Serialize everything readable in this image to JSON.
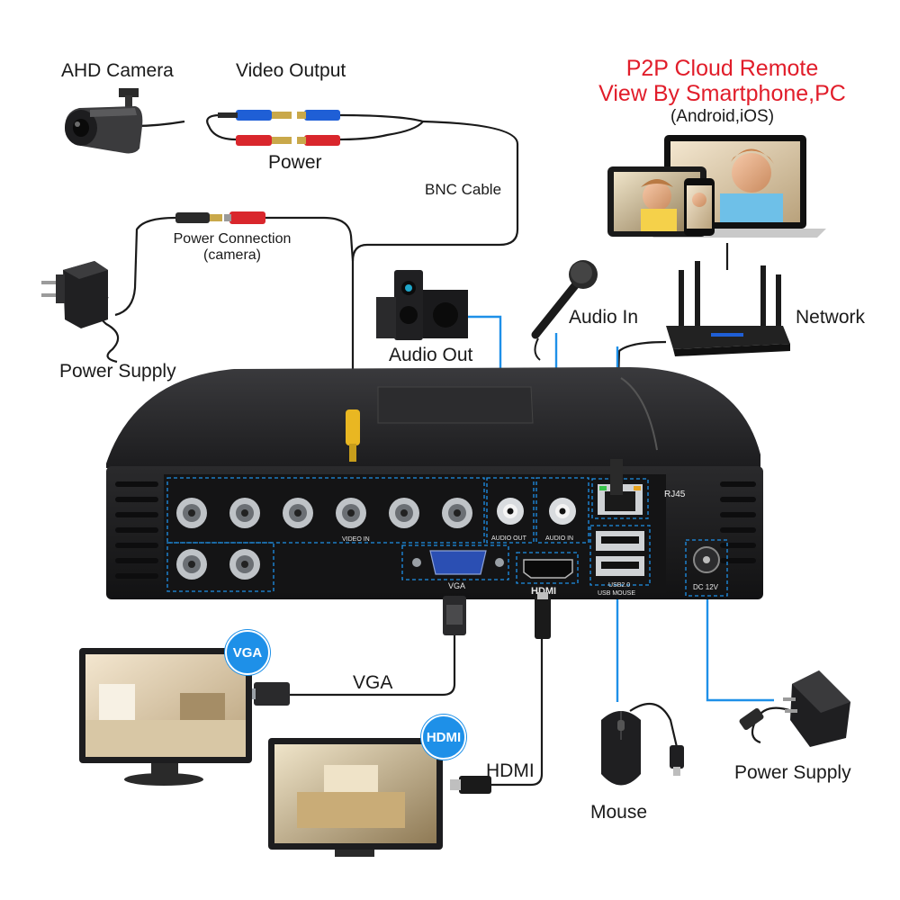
{
  "labels": {
    "ahd_camera": "AHD Camera",
    "video_output": "Video Output",
    "power": "Power",
    "bnc_cable": "BNC Cable",
    "power_connection": "Power Connection",
    "power_connection_sub": "(camera)",
    "power_supply_left": "Power Supply",
    "audio_out": "Audio Out",
    "audio_in": "Audio In",
    "network": "Network",
    "p2p_line1": "P2P Cloud Remote",
    "p2p_line2": "View By Smartphone,PC",
    "p2p_line3": "(Android,iOS)",
    "vga": "VGA",
    "hdmi": "HDMI",
    "mouse": "Mouse",
    "power_supply_right": "Power Supply",
    "vga_badge": "VGA",
    "hdmi_badge": "HDMI"
  },
  "dvr_ports": {
    "video_in": "VIDEO IN",
    "audio_out": "AUDIO OUT",
    "audio_in": "AUDIO IN",
    "rj45": "RJ45",
    "vga": "VGA",
    "hdmi": "HDMI",
    "usb": "USB2.0",
    "usb_mouse": "USB MOUSE",
    "dc": "DC 12V"
  },
  "colors": {
    "accent_red": "#e11d2a",
    "connector_blue": "#1f5fd6",
    "connector_red": "#d9262c",
    "line_blue": "#1e90e8",
    "dvr_body": "#1c1c1e"
  }
}
